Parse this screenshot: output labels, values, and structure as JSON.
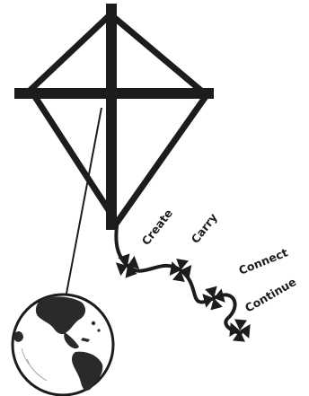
{
  "diagram": {
    "kind": "kite",
    "tail_labels": [
      "Create",
      "Carry",
      "Connect",
      "Continue"
    ],
    "colors": {
      "ink": "#1c1c1c",
      "land": "#2a2a2a",
      "ocean": "#ffffff",
      "background": "#ffffff"
    }
  }
}
